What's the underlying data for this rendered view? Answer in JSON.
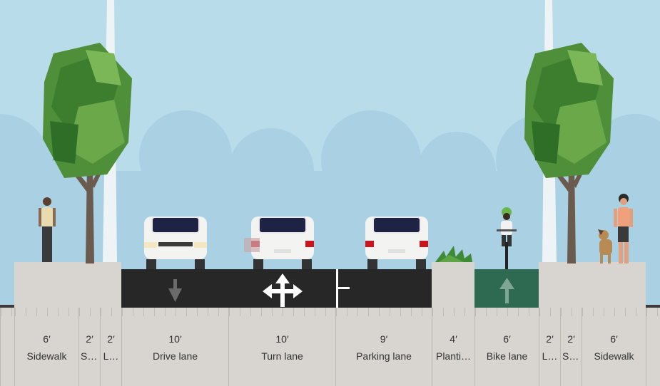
{
  "colors": {
    "sky": "#b9dcea",
    "cloud": "#a9d1e3",
    "asphalt": "#262726",
    "bike_lane": "#2e6a52",
    "sidewalk": "#d8d4cf",
    "marking": "#ffffff"
  },
  "segments": [
    {
      "width": "6′",
      "name": "Sidewalk"
    },
    {
      "width": "2′",
      "name": "Si…"
    },
    {
      "width": "2′",
      "name": "L…"
    },
    {
      "width": "10′",
      "name": "Drive lane"
    },
    {
      "width": "10′",
      "name": "Turn lane"
    },
    {
      "width": "9′",
      "name": "Parking lane"
    },
    {
      "width": "4′",
      "name": "Planti…"
    },
    {
      "width": "6′",
      "name": "Bike lane"
    },
    {
      "width": "2′",
      "name": "L…"
    },
    {
      "width": "2′",
      "name": "Si…"
    },
    {
      "width": "6′",
      "name": "Sidewalk"
    }
  ],
  "icons": {
    "drive_lane": "arrow-down-icon",
    "turn_lane": "four-way-arrow-icon",
    "bike_lane": "arrow-up-icon"
  }
}
